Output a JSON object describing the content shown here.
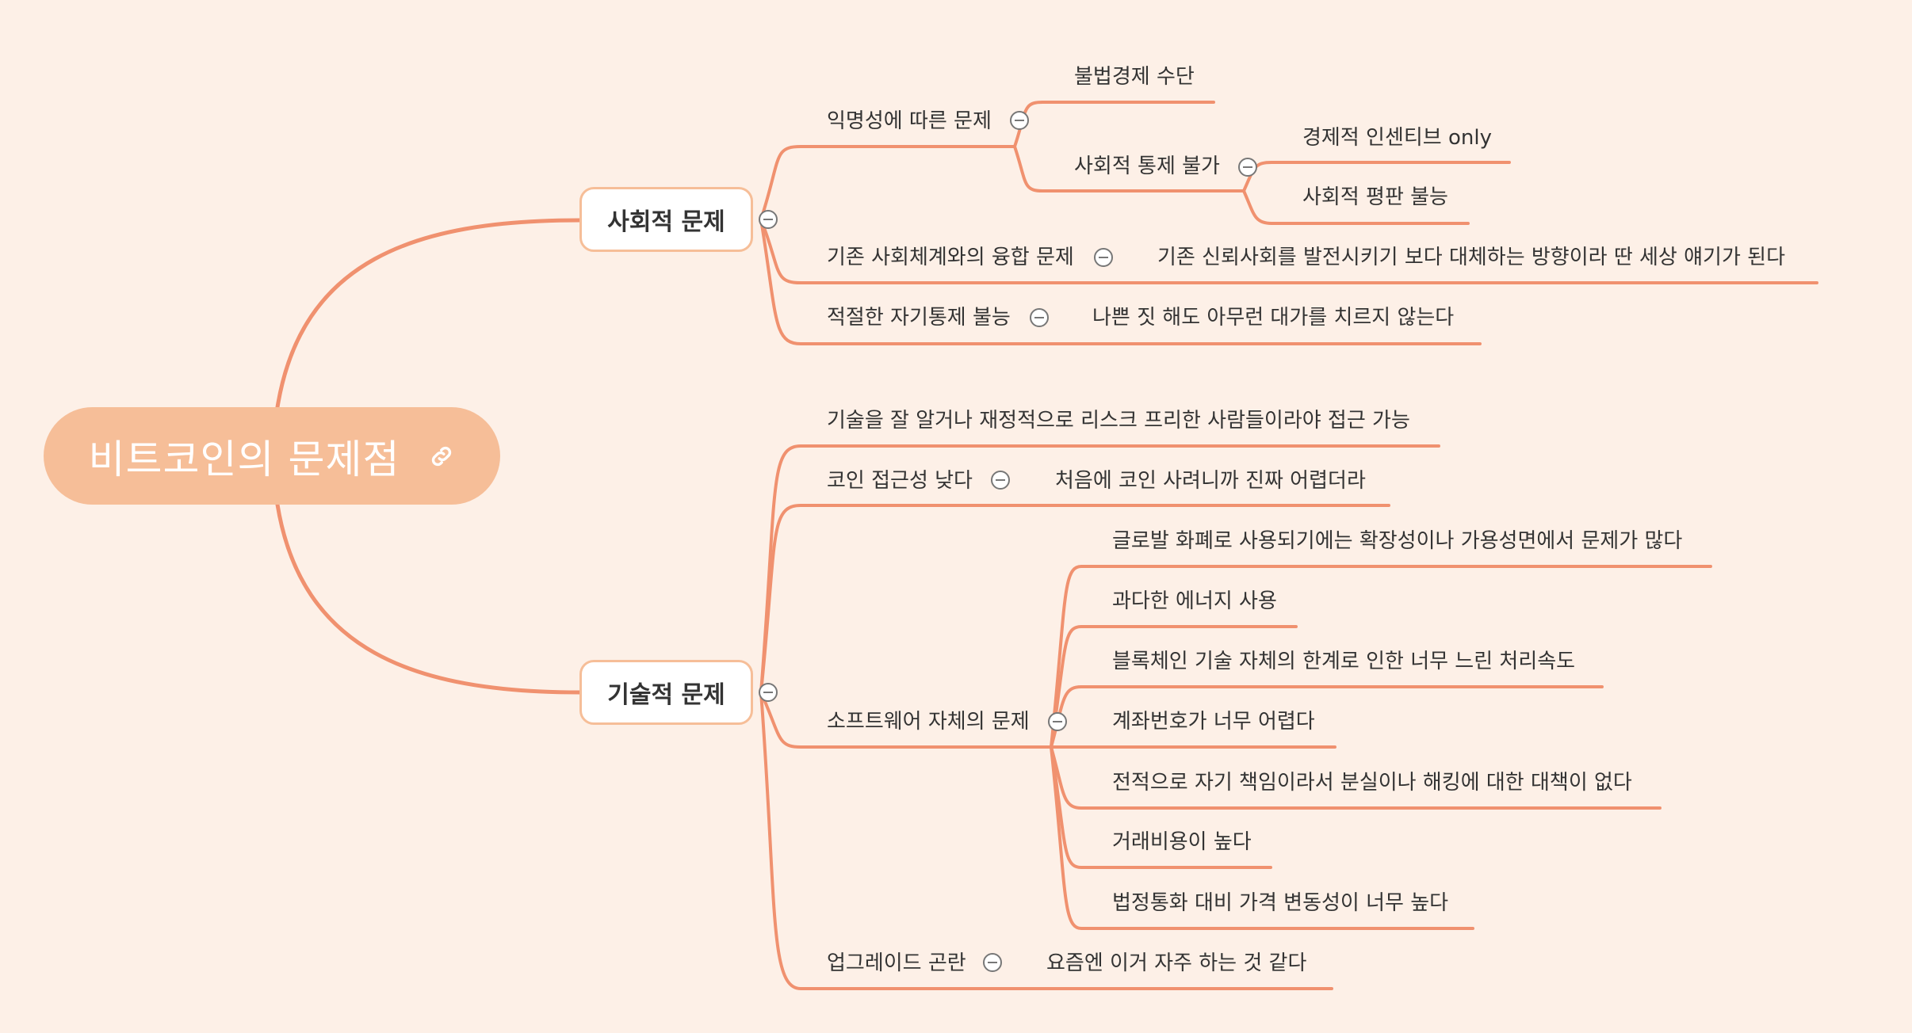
{
  "root": {
    "label": "비트코인의 문제점",
    "icon": "link-icon"
  },
  "colors": {
    "background": "#fdf0e7",
    "root_fill": "#f6be98",
    "branch_line": "#f0916f",
    "text": "#333333"
  },
  "branches": [
    {
      "label": "사회적 문제",
      "children": [
        {
          "label": "익명성에 따른 문제",
          "children": [
            {
              "label": "불법경제 수단"
            },
            {
              "label": "사회적 통제 불가",
              "children": [
                {
                  "label": "경제적 인센티브 only"
                },
                {
                  "label": "사회적 평판 불능"
                }
              ]
            }
          ]
        },
        {
          "label": "기존 사회체계와의 융합 문제",
          "children": [
            {
              "label": "기존 신뢰사회를 발전시키기 보다 대체하는 방향이라 딴 세상 얘기가 된다"
            }
          ]
        },
        {
          "label": "적절한 자기통제 불능",
          "children": [
            {
              "label": "나쁜 짓 해도 아무런 대가를 치르지 않는다"
            }
          ]
        }
      ]
    },
    {
      "label": "기술적 문제",
      "children": [
        {
          "label": "기술을 잘 알거나 재정적으로 리스크 프리한 사람들이라야 접근 가능"
        },
        {
          "label": "코인 접근성 낮다",
          "children": [
            {
              "label": "처음에 코인 사려니까 진짜 어렵더라"
            }
          ]
        },
        {
          "label": "소프트웨어 자체의 문제",
          "children": [
            {
              "label": "글로발 화폐로 사용되기에는 확장성이나 가용성면에서 문제가 많다"
            },
            {
              "label": "과다한 에너지 사용"
            },
            {
              "label": "블록체인 기술 자체의 한계로 인한 너무 느린 처리속도"
            },
            {
              "label": "계좌번호가 너무 어렵다"
            },
            {
              "label": "전적으로 자기 책임이라서 분실이나 해킹에 대한 대책이 없다"
            },
            {
              "label": "거래비용이 높다"
            },
            {
              "label": "법정통화 대비 가격 변동성이 너무 높다"
            }
          ]
        },
        {
          "label": "업그레이드 곤란",
          "children": [
            {
              "label": "요즘엔 이거 자주 하는 것 같다"
            }
          ]
        }
      ]
    }
  ]
}
